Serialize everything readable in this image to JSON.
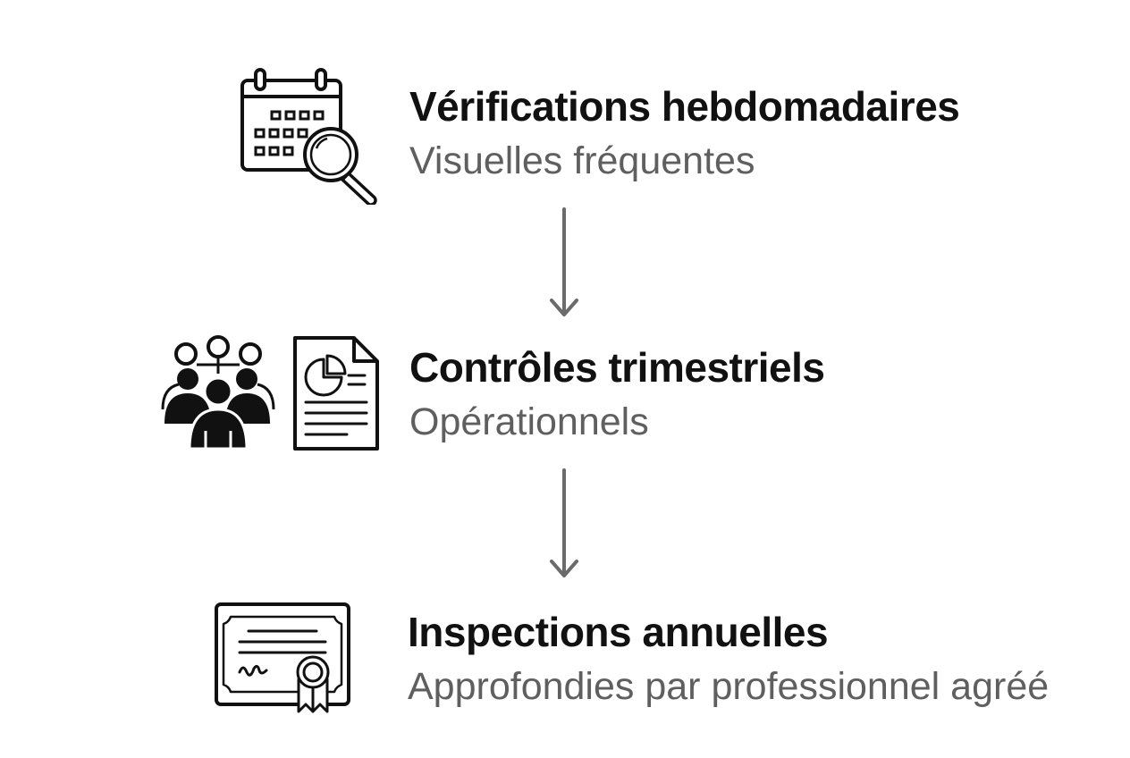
{
  "steps": [
    {
      "title": "Vérifications hebdomadaires",
      "subtitle": "Visuelles fréquentes",
      "icons": [
        "calendar-icon",
        "magnifier-icon"
      ]
    },
    {
      "title": "Contrôles trimestriels",
      "subtitle": "Opérationnels",
      "icons": [
        "team-icon",
        "report-document-icon"
      ]
    },
    {
      "title": "Inspections annuelles",
      "subtitle": "Approfondies par professionnel agréé",
      "icons": [
        "certificate-icon"
      ]
    }
  ],
  "colors": {
    "title": "#111111",
    "subtitle": "#5f5f5f",
    "arrow": "#6b6b6b",
    "icon": "#111111"
  }
}
